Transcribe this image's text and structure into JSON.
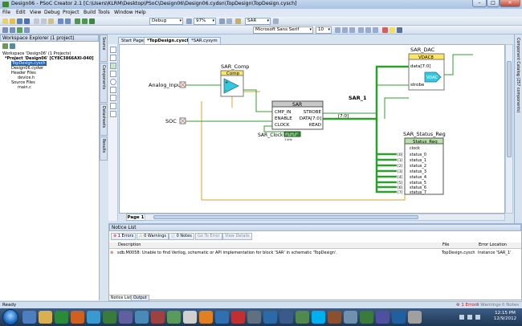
{
  "window": {
    "title": "Design06 - PSoC Creator 2.1  [C:\\Users\\KLRM\\Desktop\\PSoC\\Design06\\Design06.cydsn\\TopDesign\\TopDesign.cysch]",
    "minimize": "–",
    "maximize": "□",
    "close": "✕"
  },
  "menu": [
    "File",
    "Edit",
    "View",
    "Debug",
    "Project",
    "Build",
    "Tools",
    "Window",
    "Help"
  ],
  "toolbar": {
    "config_combo": "Debug",
    "zoom_combo": "97%",
    "component_combo": "SAR",
    "font_combo": "Microsoft Sans Serif",
    "fontsize_combo": "10"
  },
  "explorer": {
    "title": "Workspace Explorer (1 project)",
    "items": [
      {
        "label": "Workspace 'Design06' (1 Projects)"
      },
      {
        "label": "*Project 'Design06' [CY8C3866AXI-040]"
      },
      {
        "label": "TopDesign.cysch"
      },
      {
        "label": "Design06.cydwr"
      },
      {
        "label": "Header Files"
      },
      {
        "label": "device.h"
      },
      {
        "label": "Source Files"
      },
      {
        "label": "main.c"
      }
    ]
  },
  "side_tabs": [
    "Source",
    "Components",
    "Datasheets",
    "Results"
  ],
  "right_tab": "Component Catalog (257 components)",
  "doc_tabs": [
    "Start Page",
    "*TopDesign.cysch",
    "*SAR.cysym"
  ],
  "page_tab": "Page 1",
  "schematic": {
    "analog_input": "Analog_Input",
    "soc": "SOC",
    "sar_comp_name": "SAR_Comp",
    "sar_comp_type": "Comp",
    "sar_name": "SAR_1",
    "sar_type": "SAR",
    "sar_pins_left": [
      "CMP_IN",
      "ENABLE",
      "CLOCK"
    ],
    "sar_pins_right": [
      "STROBE",
      "DATA[7:0]",
      "READ"
    ],
    "bus_label": "[7:0]",
    "clock_name": "SAR_Clock",
    "clock_freq": "1 kHz",
    "dac_name": "SAR_DAC",
    "dac_type": "VDAC8",
    "dac_pins": [
      "data[7:0]",
      "strobe"
    ],
    "dac_badge": "VDAC",
    "status_name": "SAR_Status_Reg",
    "status_type": "Status_Reg",
    "status_clock": "clock",
    "status_pins": [
      "status_0",
      "status_1",
      "status_2",
      "status_3",
      "status_4",
      "status_5",
      "status_6",
      "status_7"
    ],
    "status_bits": [
      "[0]",
      "[1]",
      "[2]",
      "[3]",
      "[4]",
      "[5]",
      "[6]",
      "[7]"
    ]
  },
  "notice": {
    "title": "Notice List",
    "errors_btn": "1 Errors",
    "warnings_btn": "0 Warnings",
    "notes_btn": "0 Notes",
    "goto_btn": "Go To Error",
    "details_btn": "View Details",
    "columns": [
      "Description",
      "File",
      "Error Location"
    ],
    "rows": [
      {
        "description": "sdb.M0058: Unable to find Verilog, schematic or API implementation for block 'SAR' in schematic 'TopDesign'.",
        "file": "TopDesign.cysch",
        "location": "Instance 'SAR_1'"
      }
    ]
  },
  "bottom_tabs": [
    "Notice List",
    "Output"
  ],
  "statusbar": {
    "left": "Ready",
    "errors": "1 Errors",
    "warnings": "0 Warnings",
    "notes": "0 Notes"
  },
  "clock": {
    "time": "12:15 PM",
    "date": "12/9/2012"
  },
  "colors": {
    "wire_green": "#2ca02c",
    "wire_orange": "#e0a030",
    "comp_yellow": "#ffe566",
    "dac_cyan": "#35c7e0",
    "status_green": "#b8e0a8",
    "selection": "#1f5fae"
  }
}
